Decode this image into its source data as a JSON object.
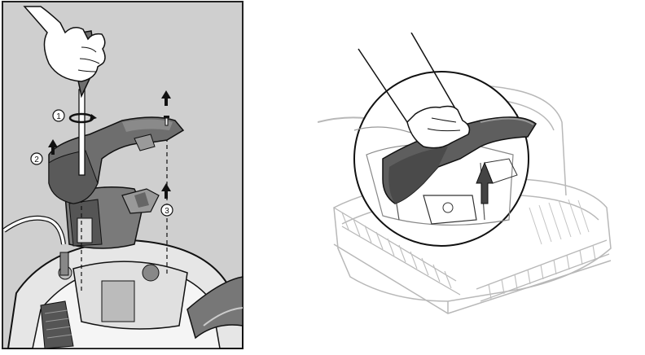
{
  "left_figure": {
    "step_labels": [
      "1",
      "2",
      "3"
    ],
    "colors": {
      "background": "#cfcfcf",
      "frame": "#222222",
      "part_dark": "#6e6e6e",
      "part_mid": "#9a9a9a",
      "line": "#111111",
      "hand_fill": "#ffffff"
    }
  },
  "right_figure": {
    "colors": {
      "robot_outline": "#b8b8b8",
      "handle_dark": "#5e5e5e",
      "circle": "#111111",
      "hand_fill": "#ffffff"
    }
  }
}
